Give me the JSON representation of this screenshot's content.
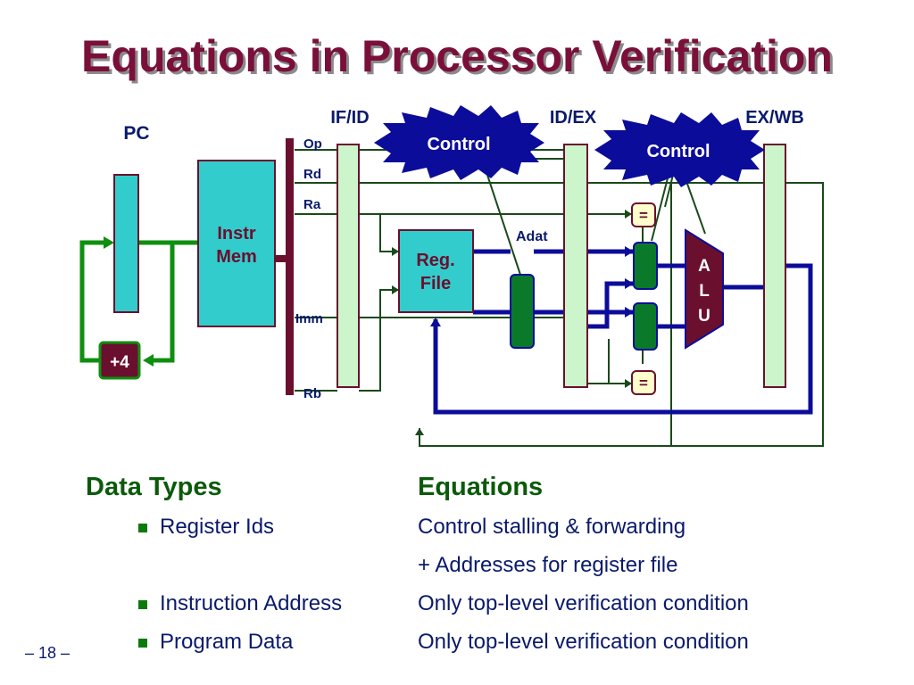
{
  "slide": {
    "title": "Equations in Processor Verification",
    "page_number": "– 18 –"
  },
  "diagram": {
    "stages": {
      "if_id": "IF/ID",
      "id_ex": "ID/EX",
      "ex_wb": "EX/WB"
    },
    "pc_label": "PC",
    "instr_mem": [
      "Instr",
      "Mem"
    ],
    "plus4": "+4",
    "fields": {
      "op": "Op",
      "rd": "Rd",
      "ra": "Ra",
      "imm": "Imm",
      "rb": "Rb"
    },
    "control_1": "Control",
    "control_2": "Control",
    "reg_file": [
      "Reg.",
      "File"
    ],
    "adat": "Adat",
    "equal_top": "=",
    "equal_bottom": "=",
    "alu": [
      "A",
      "L",
      "U"
    ],
    "colors": {
      "stage_register": "#ccf5cc",
      "teal_block": "#33cccc",
      "maroon": "#6b0f2e",
      "data_bus": "#0c0c9a",
      "control_line": "#1a4a1a",
      "pc_loop": "#0f8f0f",
      "mux": "#0a7a2a",
      "compare_box": "#ffffcc"
    }
  },
  "table": {
    "col1_header": "Data Types",
    "col2_header": "Equations",
    "rows": [
      {
        "type": "Register Ids",
        "equation": "Control stalling & forwarding"
      },
      {
        "type": "",
        "equation": "+ Addresses for register file"
      },
      {
        "type": "Instruction Address",
        "equation": "Only top-level verification condition"
      },
      {
        "type": "Program Data",
        "equation": "Only top-level verification condition"
      }
    ]
  }
}
